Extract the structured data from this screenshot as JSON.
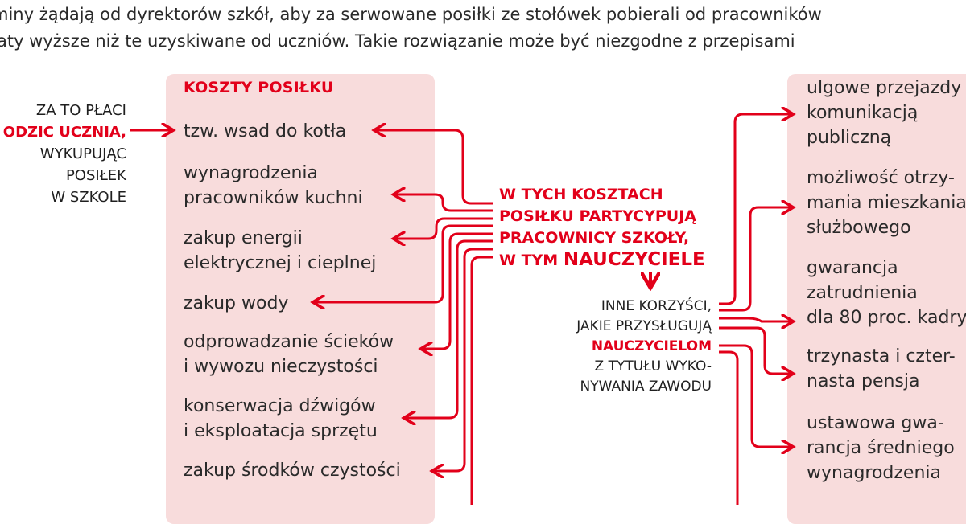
{
  "intro": {
    "line1": "miny żądają od dyrektorów szkół, aby za serwowane posiłki ze stołówek pobierali od pracowników",
    "line2": "łaty wyższe niż te uzyskiwane od uczniów. Takie rozwiązanie może być niezgodne z przepisami"
  },
  "parent_note": {
    "line1": "ZA TO PŁACI",
    "line2": "ODZIC UCZNIA,",
    "line3": "WYKUPUJĄC",
    "line4": "POSIŁEK",
    "line5": "W SZKOLE"
  },
  "costs": {
    "title": "KOSZTY POSIŁKU",
    "items": [
      {
        "line1": "tzw. wsad do kotła",
        "line2": ""
      },
      {
        "line1": "wynagrodzenia",
        "line2": "pracowników kuchni"
      },
      {
        "line1": "zakup energii",
        "line2": "elektrycznej i cieplnej"
      },
      {
        "line1": "zakup wody",
        "line2": ""
      },
      {
        "line1": "odprowadzanie ścieków",
        "line2": "i wywozu nieczystości"
      },
      {
        "line1": "konserwacja dźwigów",
        "line2": "i eksploatacja sprzętu"
      },
      {
        "line1": "zakup środków czystości",
        "line2": ""
      }
    ]
  },
  "center": {
    "line1": "W TYCH KOSZTACH",
    "line2": "POSIŁKU PARTYCYPUJĄ",
    "line3": "PRACOWNICY SZKOŁY,",
    "line4_prefix": "W TYM ",
    "line4_emph": "NAUCZYCIELE"
  },
  "benefits_note": {
    "line1": "INNE KORZYŚCI,",
    "line2": "JAKIE PRZYSŁUGUJĄ",
    "line3": "NAUCZYCIELOM",
    "line4": "Z TYTUŁU WYKO-",
    "line5": "NYWANIA ZAWODU"
  },
  "benefits": [
    {
      "lines": [
        "ulgowe przejazdy",
        "komunikacją",
        "publiczną"
      ]
    },
    {
      "lines": [
        "możliwość otrzy-",
        "mania mieszkania",
        "służbowego"
      ]
    },
    {
      "lines": [
        "gwarancja",
        "zatrudnienia",
        "dla 80 proc. kadry"
      ]
    },
    {
      "lines": [
        "trzynasta i czter-",
        "nasta pensja"
      ]
    },
    {
      "lines": [
        "ustawowa gwa-",
        "rancja średniego",
        "wynagrodzenia"
      ]
    }
  ],
  "colors": {
    "accent": "#e2001a",
    "panel": "#f8dcdc",
    "text": "#2a2a2a"
  }
}
